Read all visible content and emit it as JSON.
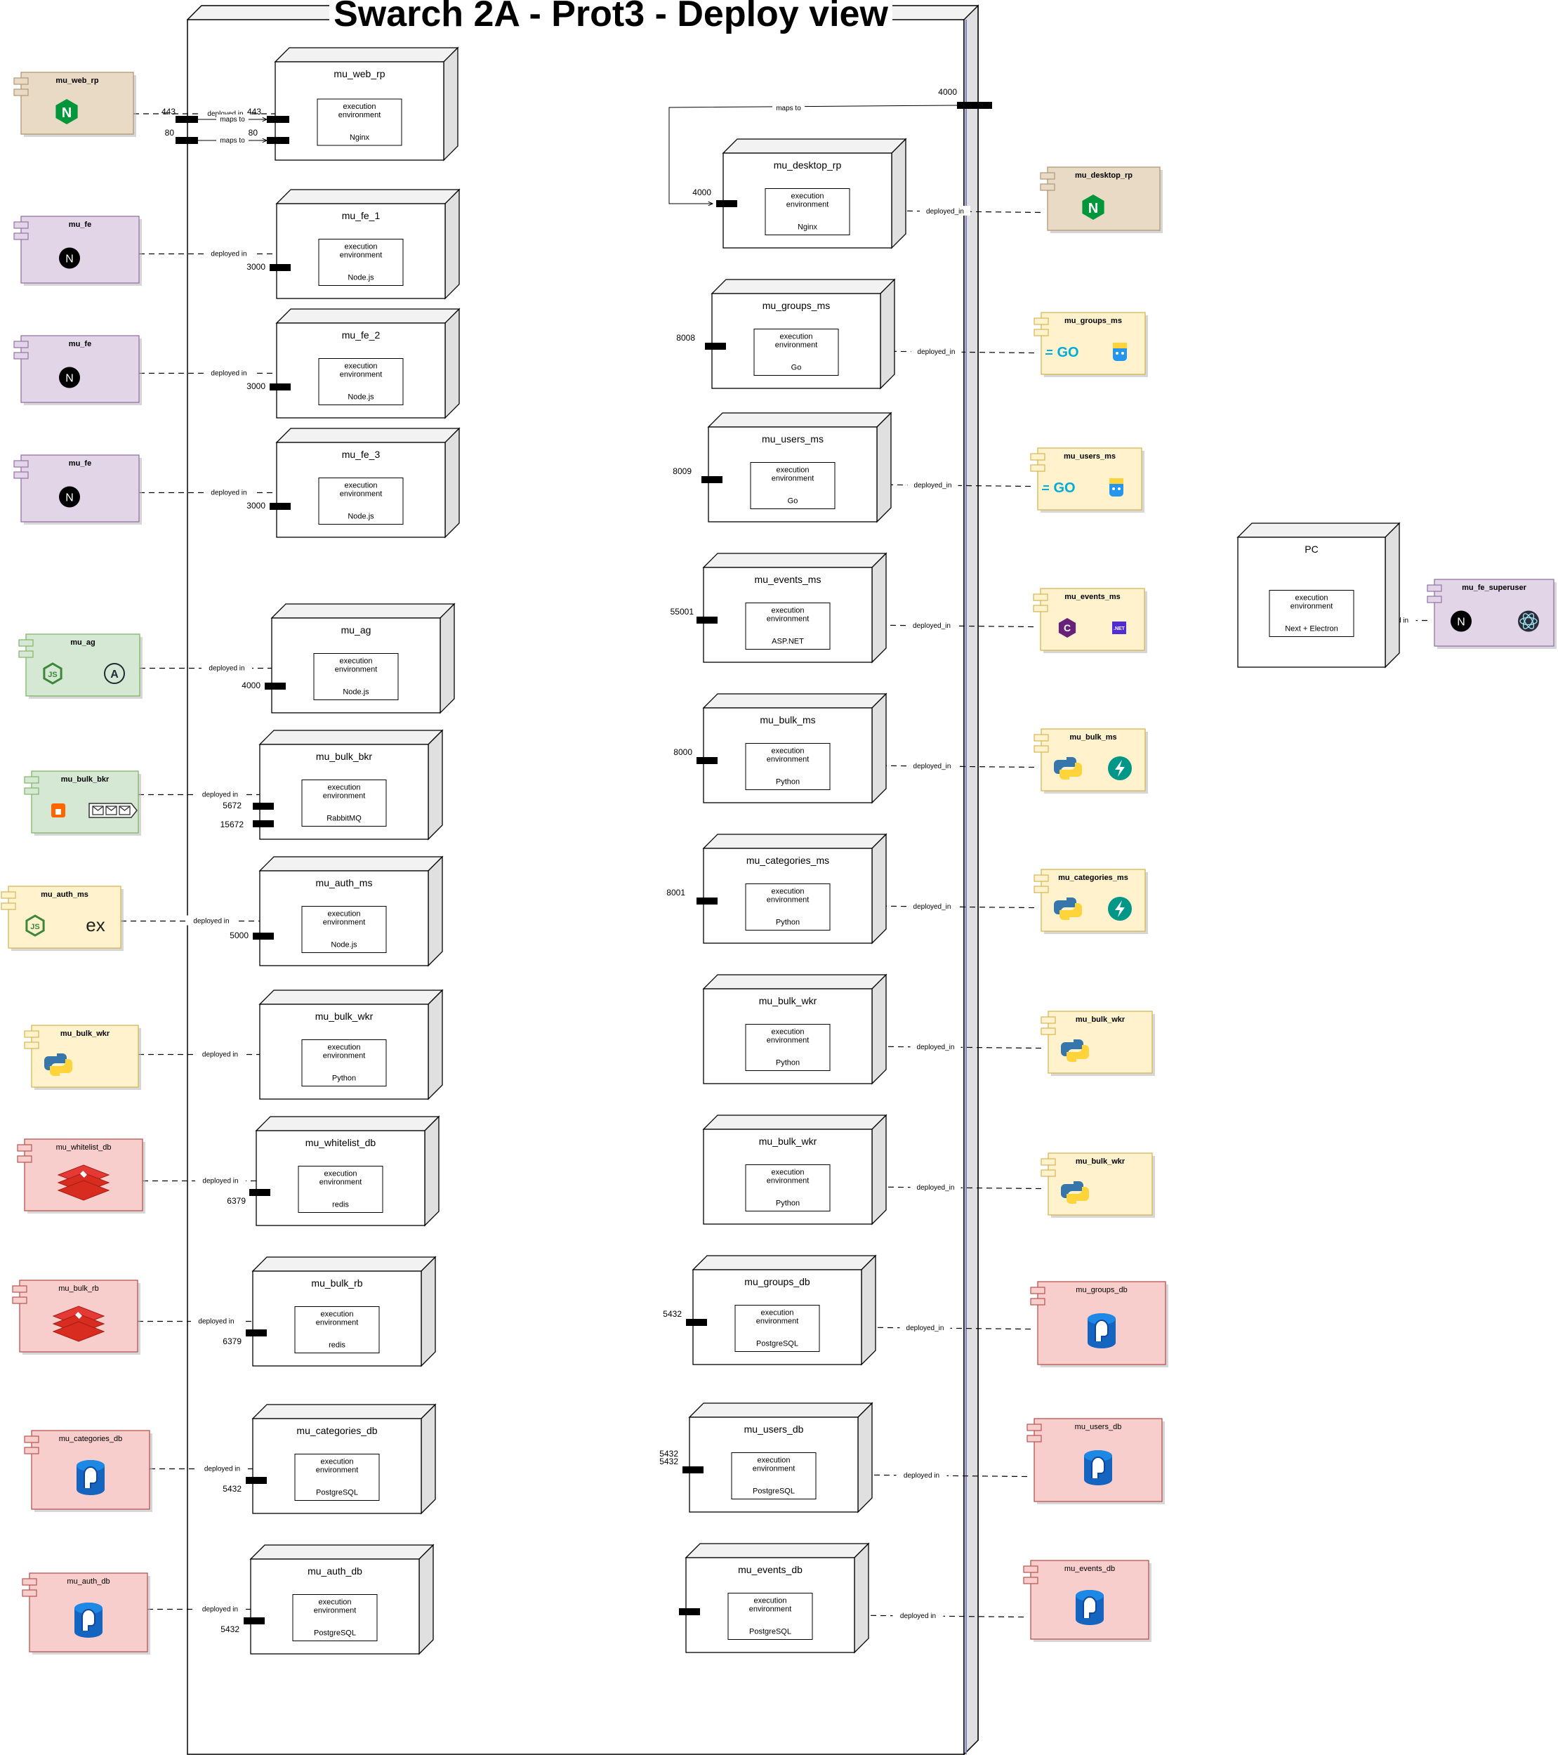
{
  "title": "Swarch 2A - Prot3 - Deploy view",
  "colors": {
    "nginx_fill": "#e9dac5",
    "nginx_stroke": "#b09877",
    "fe_fill": "#e1d5e7",
    "fe_stroke": "#9673a6",
    "node_fill": "#d5e8d4",
    "node_stroke": "#82b366",
    "service_fill": "#fff2cc",
    "service_stroke": "#d6b656",
    "db_fill": "#f8cecc",
    "db_stroke": "#b85450",
    "nginx_green": "#009639",
    "go_blue": "#00add8",
    "python_blue": "#3776ab",
    "python_yellow": "#ffd43b",
    "redis_red": "#d82c20",
    "postgres_blue": "#1565c0",
    "fastapi_teal": "#009688",
    "csharp_purple": "#68217a",
    "rabbit_orange": "#ff6600"
  },
  "labels": {
    "exec_env": [
      "execution",
      "environment"
    ],
    "deployed_in": "deployed in",
    "deployed_in_underscore": "deployed_in",
    "maps_to": "maps to"
  },
  "left_nodes": [
    {
      "id": "n-web-rp",
      "title": "mu_web_rp",
      "tech": "Nginx"
    },
    {
      "id": "n-fe1",
      "title": "mu_fe_1",
      "tech": "Node.js"
    },
    {
      "id": "n-fe2",
      "title": "mu_fe_2",
      "tech": "Node.js"
    },
    {
      "id": "n-fe3",
      "title": "mu_fe_3",
      "tech": "Node.js"
    },
    {
      "id": "n-ag",
      "title": "mu_ag",
      "tech": "Node.js"
    },
    {
      "id": "n-bulk-bkr",
      "title": "mu_bulk_bkr",
      "tech": "RabbitMQ"
    },
    {
      "id": "n-auth-ms",
      "title": "mu_auth_ms",
      "tech": "Node.js"
    },
    {
      "id": "n-bulk-wkr-l",
      "title": "mu_bulk_wkr",
      "tech": "Python"
    },
    {
      "id": "n-whitelist-db",
      "title": "mu_whitelist_db",
      "tech": "redis"
    },
    {
      "id": "n-bulk-rb",
      "title": "mu_bulk_rb",
      "tech": "redis"
    },
    {
      "id": "n-categories-db",
      "title": "mu_categories_db",
      "tech": "PostgreSQL"
    },
    {
      "id": "n-auth-db",
      "title": "mu_auth_db",
      "tech": "PostgreSQL"
    }
  ],
  "right_nodes": [
    {
      "id": "n-desktop-rp",
      "title": "mu_desktop_rp",
      "tech": "Nginx"
    },
    {
      "id": "n-groups-ms",
      "title": "mu_groups_ms",
      "tech": "Go"
    },
    {
      "id": "n-users-ms",
      "title": "mu_users_ms",
      "tech": "Go"
    },
    {
      "id": "n-events-ms",
      "title": "mu_events_ms",
      "tech": "ASP.NET"
    },
    {
      "id": "n-bulk-ms",
      "title": "mu_bulk_ms",
      "tech": "Python"
    },
    {
      "id": "n-categories-ms",
      "title": "mu_categories_ms",
      "tech": "Python"
    },
    {
      "id": "n-bulk-wkr-r1",
      "title": "mu_bulk_wkr",
      "tech": "Python"
    },
    {
      "id": "n-bulk-wkr-r2",
      "title": "mu_bulk_wkr",
      "tech": "Python"
    },
    {
      "id": "n-groups-db",
      "title": "mu_groups_db",
      "tech": "PostgreSQL"
    },
    {
      "id": "n-users-db",
      "title": "mu_users_db",
      "tech": "PostgreSQL"
    },
    {
      "id": "n-events-db",
      "title": "mu_events_db",
      "tech": "PostgreSQL"
    }
  ],
  "pc_node": {
    "id": "n-pc",
    "title": "PC",
    "tech": "Next + Electron"
  },
  "left_components": [
    {
      "id": "c-web-rp",
      "name": "mu_web_rp",
      "icons": [
        "nginx"
      ]
    },
    {
      "id": "c-fe1",
      "name": "mu_fe",
      "icons": [
        "nextjs"
      ]
    },
    {
      "id": "c-fe2",
      "name": "mu_fe",
      "icons": [
        "nextjs"
      ]
    },
    {
      "id": "c-fe3",
      "name": "mu_fe",
      "icons": [
        "nextjs"
      ]
    },
    {
      "id": "c-ag",
      "name": "mu_ag",
      "icons": [
        "nodejs",
        "apollo"
      ]
    },
    {
      "id": "c-bulk-bkr",
      "name": "mu_bulk_bkr",
      "icons": [
        "rabbitmq",
        "amqp"
      ]
    },
    {
      "id": "c-auth-ms",
      "name": "mu_auth_ms",
      "icons": [
        "nodejs",
        "express"
      ]
    },
    {
      "id": "c-bulk-wkr-l",
      "name": "mu_bulk_wkr",
      "icons": [
        "python"
      ]
    },
    {
      "id": "c-whitelist-db",
      "name": "mu_whitelist_db",
      "icons": [
        "redis"
      ]
    },
    {
      "id": "c-bulk-rb",
      "name": "mu_bulk_rb",
      "icons": [
        "redis"
      ]
    },
    {
      "id": "c-categories-db",
      "name": "mu_categories_db",
      "icons": [
        "postgres"
      ]
    },
    {
      "id": "c-auth-db",
      "name": "mu_auth_db",
      "icons": [
        "postgres"
      ]
    }
  ],
  "right_components": [
    {
      "id": "c-desktop-rp",
      "name": "mu_desktop_rp",
      "icons": [
        "nginx"
      ]
    },
    {
      "id": "c-groups-ms",
      "name": "mu_groups_ms",
      "icons": [
        "go",
        "gopher"
      ]
    },
    {
      "id": "c-users-ms",
      "name": "mu_users_ms",
      "icons": [
        "go",
        "gopher"
      ]
    },
    {
      "id": "c-events-ms",
      "name": "mu_events_ms",
      "icons": [
        "csharp",
        "dotnet"
      ]
    },
    {
      "id": "c-bulk-ms",
      "name": "mu_bulk_ms",
      "icons": [
        "python",
        "fastapi"
      ]
    },
    {
      "id": "c-categories-ms",
      "name": "mu_categories_ms",
      "icons": [
        "python",
        "fastapi"
      ]
    },
    {
      "id": "c-bulk-wkr-r1",
      "name": "mu_bulk_wkr",
      "icons": [
        "python"
      ]
    },
    {
      "id": "c-bulk-wkr-r2",
      "name": "mu_bulk_wkr",
      "icons": [
        "python"
      ]
    },
    {
      "id": "c-groups-db",
      "name": "mu_groups_db",
      "icons": [
        "postgres"
      ]
    },
    {
      "id": "c-users-db",
      "name": "mu_users_db",
      "icons": [
        "postgres"
      ]
    },
    {
      "id": "c-events-db",
      "name": "mu_events_db",
      "icons": [
        "postgres"
      ]
    },
    {
      "id": "c-fe-superuser",
      "name": "mu_fe_superuser",
      "icons": [
        "nextjs",
        "electron"
      ]
    }
  ],
  "edge_labels": [
    "deployed in",
    "deployed in",
    "deployed in",
    "deployed in",
    "deployed in",
    "deployed in",
    "deployed in",
    "deployed in",
    "deployed in",
    "deployed in",
    "deployed in",
    "deployed in",
    "deployed_in",
    "deployed_in",
    "deployed_in",
    "deployed_in",
    "deployed_in",
    "deployed_in",
    "deployed_in",
    "deployed_in",
    "deployed_in",
    "deployed in",
    "deployed in",
    "deployed in"
  ],
  "ports": {
    "web_rp_443": "443",
    "web_rp_443_in": "443",
    "web_rp_80": "80",
    "web_rp_80_in": "80",
    "cluster_4000": "4000",
    "desktop_rp_4000": "4000",
    "fe1": "3000",
    "fe2": "3000",
    "fe3": "3000",
    "ag": "4000",
    "bkr_a": "5672",
    "bkr_b": "15672",
    "auth_ms": "5000",
    "whitelist_db": "6379",
    "bulk_rb": "6379",
    "categories_db": "5432",
    "auth_db": "5432",
    "groups_ms": "8008",
    "users_ms": "8009",
    "events_ms": "55001",
    "bulk_ms": "8000",
    "categories_ms": "8001",
    "groups_db": "5432",
    "users_db_a": "5432",
    "users_db_b": "5432"
  },
  "icon_text": {
    "go": "GO",
    "express": "ex",
    "dotnet": ".NET",
    "nginx": "N",
    "nextjs": "N",
    "nodejs": "JS"
  }
}
